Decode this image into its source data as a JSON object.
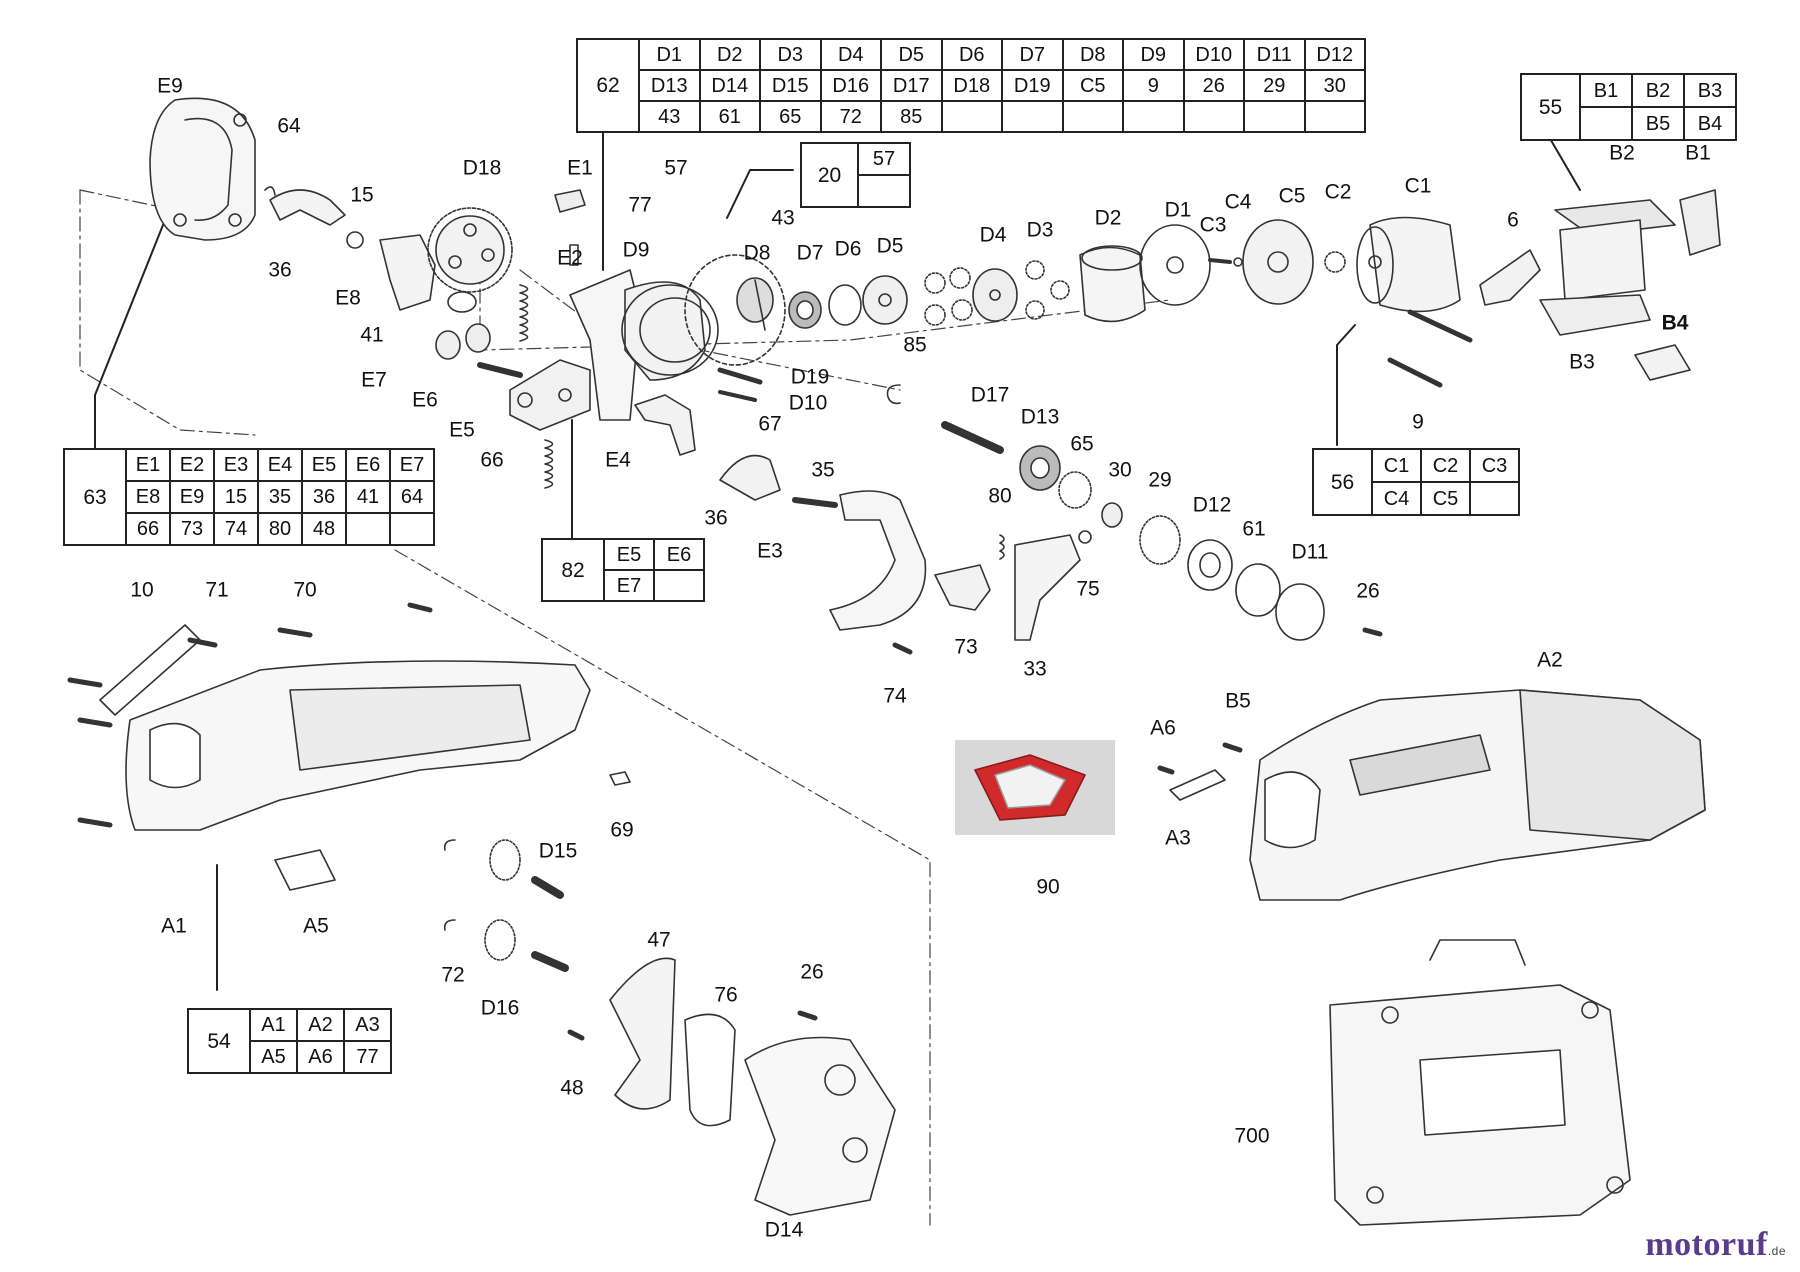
{
  "brand": {
    "name": "motoruf",
    "tld": ".de"
  },
  "kits": [
    {
      "id": "62",
      "rows": [
        [
          "D1",
          "D2",
          "D3",
          "D4",
          "D5",
          "D6",
          "D7",
          "D8",
          "D9",
          "D10",
          "D11",
          "D12"
        ],
        [
          "D13",
          "D14",
          "D15",
          "D16",
          "D17",
          "D18",
          "D19",
          "C5",
          "9",
          "26",
          "29",
          "30"
        ],
        [
          "43",
          "61",
          "65",
          "72",
          "85",
          "",
          "",
          "",
          "",
          "",
          "",
          ""
        ]
      ]
    },
    {
      "id": "55",
      "rows": [
        [
          "B1",
          "B2",
          "B3"
        ],
        [
          "",
          "B5",
          "B4"
        ]
      ]
    },
    {
      "id": "20",
      "rows": [
        [
          "57"
        ],
        [
          ""
        ]
      ]
    },
    {
      "id": "63",
      "rows": [
        [
          "E1",
          "E2",
          "E3",
          "E4",
          "E5",
          "E6",
          "E7"
        ],
        [
          "E8",
          "E9",
          "15",
          "35",
          "36",
          "41",
          "64"
        ],
        [
          "66",
          "73",
          "74",
          "80",
          "48",
          "",
          ""
        ]
      ]
    },
    {
      "id": "82",
      "rows": [
        [
          "E5",
          "E6"
        ],
        [
          "E7",
          ""
        ]
      ]
    },
    {
      "id": "56",
      "rows": [
        [
          "C1",
          "C2",
          "C3"
        ],
        [
          "C4",
          "C5",
          ""
        ]
      ]
    },
    {
      "id": "54",
      "rows": [
        [
          "A1",
          "A2",
          "A3"
        ],
        [
          "A5",
          "A6",
          "77"
        ]
      ]
    }
  ],
  "labels": [
    "E9",
    "64",
    "15",
    "36",
    "D18",
    "E8",
    "41",
    "E7",
    "E6",
    "E5",
    "66",
    "E1",
    "E2",
    "57",
    "77",
    "D9",
    "43",
    "D8",
    "D7",
    "D6",
    "D5",
    "D4",
    "D3",
    "D2",
    "D1",
    "C3",
    "C4",
    "C5",
    "C2",
    "C1",
    "6",
    "B2",
    "B1",
    "B4",
    "B3",
    "9",
    "D19",
    "D10",
    "67",
    "85",
    "E4",
    "36",
    "35",
    "D17",
    "D13",
    "65",
    "30",
    "29",
    "D12",
    "61",
    "D11",
    "26",
    "80",
    "E3",
    "73",
    "33",
    "75",
    "74",
    "10",
    "71",
    "70",
    "A1",
    "A5",
    "69",
    "D15",
    "72",
    "D16",
    "47",
    "76",
    "26",
    "48",
    "D14",
    "90",
    "A6",
    "B5",
    "A3",
    "A2",
    "700"
  ]
}
